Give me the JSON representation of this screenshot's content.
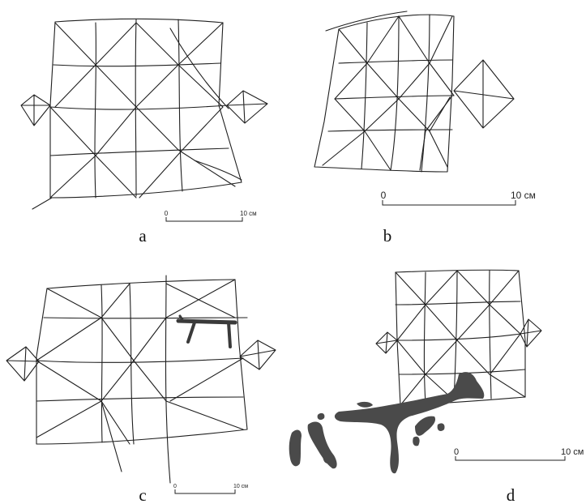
{
  "panels": [
    {
      "label": "a",
      "scale": {
        "zero": "0",
        "end": "10 см"
      }
    },
    {
      "label": "b",
      "scale": {
        "zero": "0",
        "end": "10 см"
      }
    },
    {
      "label": "c",
      "scale": {
        "zero": "0",
        "end": "10 см"
      }
    },
    {
      "label": "d",
      "scale": {
        "zero": "0",
        "end": "10 см"
      }
    }
  ]
}
